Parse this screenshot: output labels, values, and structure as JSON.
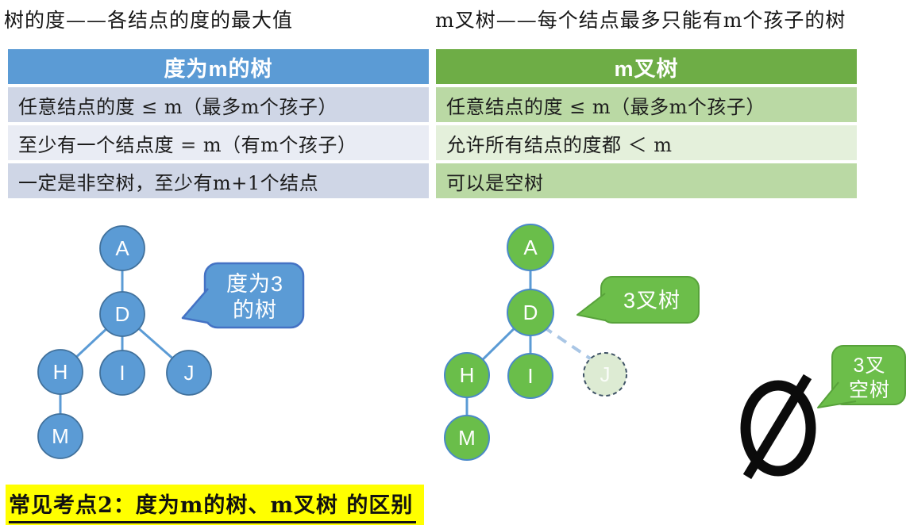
{
  "titles": {
    "left": "树的度——各结点的度的最大值",
    "right": "m叉树——每个结点最多只能有m个孩子的树"
  },
  "table": {
    "left_header": "度为m的树",
    "right_header": "m叉树",
    "rows": [
      {
        "left": "任意结点的度 ≤ m（最多m个孩子）",
        "right": "任意结点的度 ≤ m（最多m个孩子）"
      },
      {
        "left": "至少有一个结点度 = m（有m个孩子）",
        "right": "允许所有结点的度都 ＜ m"
      },
      {
        "left": "一定是非空树，至少有m+1个结点",
        "right": "可以是空树"
      }
    ]
  },
  "trees": {
    "blue": {
      "labels": {
        "A": "A",
        "D": "D",
        "H": "H",
        "I": "I",
        "J": "J",
        "M": "M"
      },
      "edges": [
        "A-D",
        "D-H",
        "D-I",
        "D-J",
        "H-M"
      ],
      "callout": {
        "line1": "度为3",
        "line2": "的树"
      }
    },
    "green": {
      "labels": {
        "A": "A",
        "D": "D",
        "H": "H",
        "I": "I",
        "M": "M"
      },
      "ghost_label": "J",
      "edges": [
        "A-D",
        "D-H",
        "D-I",
        "H-M"
      ],
      "dashed_edge": "D-J",
      "callout": "3叉树"
    },
    "empty": {
      "symbol": "∅",
      "callout": {
        "line1": "3叉",
        "line2": "空树"
      }
    }
  },
  "footer": {
    "text": "常见考点2：度为m的树、m叉树 的区别"
  },
  "colors": {
    "blue_accent": "#5B9BD5",
    "green_header": "#6EAD46",
    "node_green": "#6ABE4A",
    "row_blue_odd": "#CFD6E6",
    "row_blue_even": "#E9ECF4",
    "row_green_odd": "#BAD9A4",
    "row_green_even": "#E4F0DB",
    "ghost_fill": "#DDEBD3",
    "dashed_edge_blue": "#A9C6E5",
    "highlight_yellow": "#FFFF00"
  }
}
